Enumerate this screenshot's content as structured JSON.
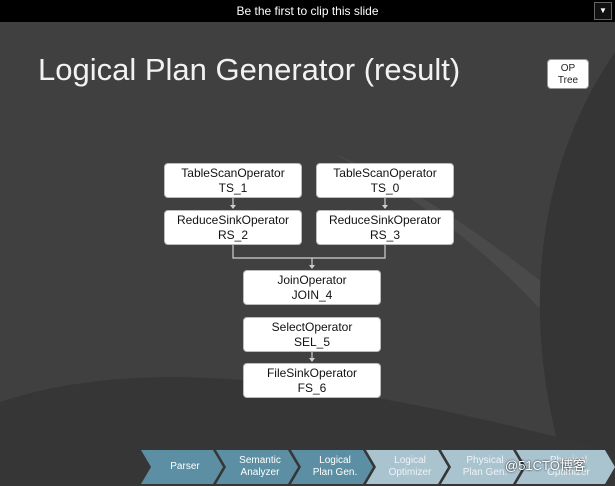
{
  "banner": {
    "text": "Be the first to clip this slide",
    "menu_icon": "caret-down-icon"
  },
  "slide": {
    "title": "Logical Plan Generator (result)",
    "op_tree": {
      "line1": "OP",
      "line2": "Tree"
    }
  },
  "nodes": [
    {
      "id": "ts1",
      "name": "TableScanOperator",
      "label": "TS_1"
    },
    {
      "id": "ts0",
      "name": "TableScanOperator",
      "label": "TS_0"
    },
    {
      "id": "rs2",
      "name": "ReduceSinkOperator",
      "label": "RS_2"
    },
    {
      "id": "rs3",
      "name": "ReduceSinkOperator",
      "label": "RS_3"
    },
    {
      "id": "join4",
      "name": "JoinOperator",
      "label": "JOIN_4"
    },
    {
      "id": "sel5",
      "name": "SelectOperator",
      "label": "SEL_5"
    },
    {
      "id": "fs6",
      "name": "FileSinkOperator",
      "label": "FS_6"
    }
  ],
  "pipeline": [
    {
      "line1": "Parser",
      "line2": "",
      "state": "active"
    },
    {
      "line1": "Semantic",
      "line2": "Analyzer",
      "state": "active"
    },
    {
      "line1": "Logical",
      "line2": "Plan Gen.",
      "state": "active"
    },
    {
      "line1": "Logical",
      "line2": "Optimizer",
      "state": "inactive"
    },
    {
      "line1": "Physical",
      "line2": "Plan Gen.",
      "state": "inactive"
    },
    {
      "line1": "Physical",
      "line2": "Optimizer",
      "state": "inactive"
    }
  ],
  "watermark": "@51CTO博客"
}
